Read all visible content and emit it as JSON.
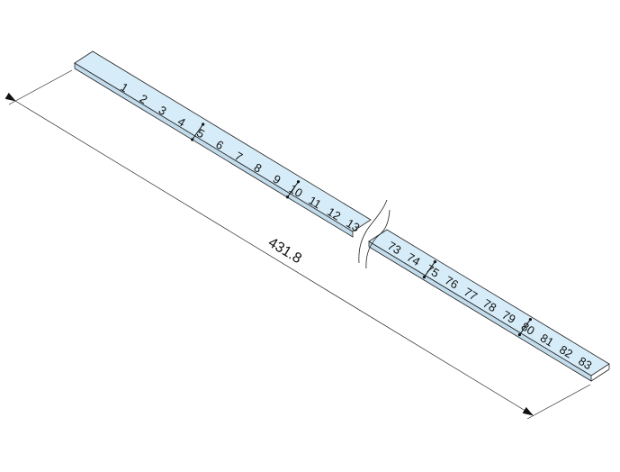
{
  "diagram": {
    "dimension_label": "431.8",
    "strip_color": "#d6ecf8",
    "left_numbers": [
      "1",
      "2",
      "3",
      "4",
      "5",
      "6",
      "7",
      "8",
      "9",
      "10",
      "11",
      "12",
      "13"
    ],
    "right_numbers": [
      "73",
      "74",
      "75",
      "76",
      "77",
      "78",
      "79",
      "80",
      "81",
      "82",
      "83"
    ],
    "marked_numbers": [
      "5",
      "10",
      "75",
      "80"
    ]
  }
}
